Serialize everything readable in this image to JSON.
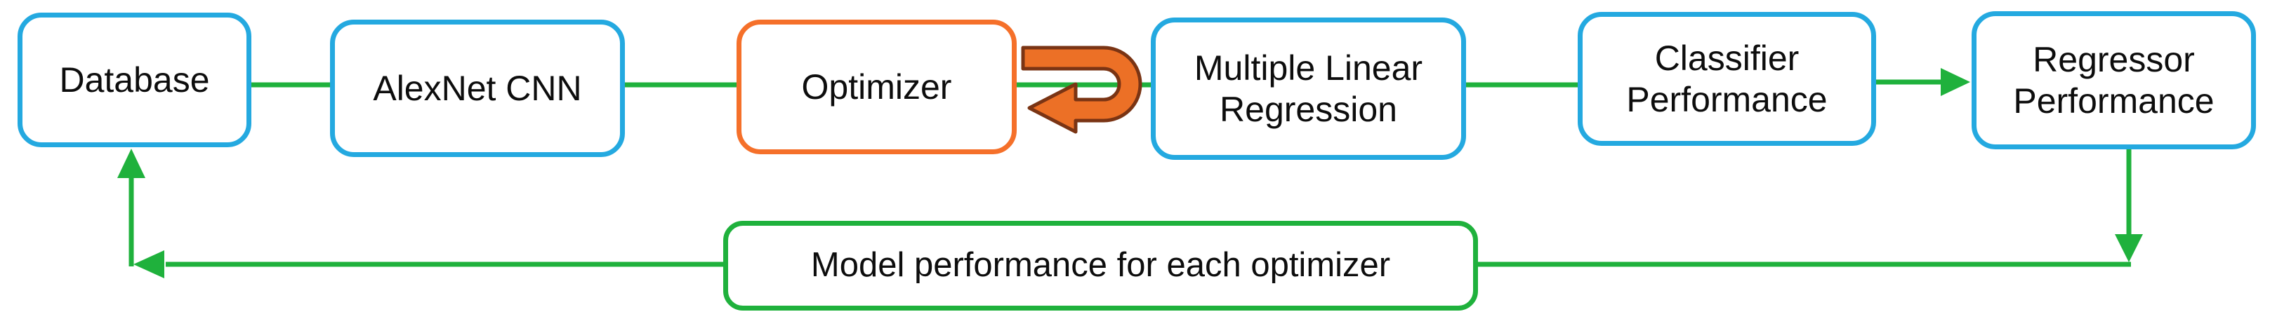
{
  "diagram": {
    "title": "Model training and optimizer evaluation flowchart",
    "background": "#FFFFFF",
    "colors": {
      "box_border_blue": "#24A9E0",
      "box_border_orange": "#F5702A",
      "box_border_green": "#1FB13C",
      "connector_green": "#1FB13C",
      "loop_arrow_fill": "#EC7026",
      "loop_arrow_outline": "#7A3414",
      "label_text": "#0D0D0D"
    },
    "nodes": [
      {
        "id": "database",
        "label": "Database",
        "border_color": "blue"
      },
      {
        "id": "alexnet-cnn",
        "label": "AlexNet CNN",
        "border_color": "blue"
      },
      {
        "id": "optimizer",
        "label": "Optimizer",
        "border_color": "orange"
      },
      {
        "id": "multiple-linear-regression",
        "label": "Multiple Linear\nRegression",
        "border_color": "blue"
      },
      {
        "id": "classifier-performance",
        "label": "Classifier\nPerformance",
        "border_color": "blue"
      },
      {
        "id": "regressor-performance",
        "label": "Regressor\nPerformance",
        "border_color": "blue"
      },
      {
        "id": "model-performance",
        "label": "Model performance for each optimizer",
        "border_color": "green"
      }
    ],
    "edges": [
      {
        "from": "database",
        "to": "alexnet-cnn",
        "arrowhead": false
      },
      {
        "from": "alexnet-cnn",
        "to": "optimizer",
        "arrowhead": false
      },
      {
        "from": "optimizer",
        "to": "multiple-linear-regression",
        "arrowhead": false
      },
      {
        "from": "multiple-linear-regression",
        "to": "classifier-performance",
        "arrowhead": false
      },
      {
        "from": "classifier-performance",
        "to": "regressor-performance",
        "arrowhead": true
      },
      {
        "from": "regressor-performance",
        "to": "model-performance",
        "arrowhead": true
      },
      {
        "from": "model-performance",
        "to": "database",
        "arrowhead": true
      }
    ],
    "icons": [
      {
        "name": "u-turn-arrow-icon",
        "meaning": "loop back over each optimizer",
        "fill": "#EC7026",
        "outline": "#7A3414"
      }
    ]
  }
}
